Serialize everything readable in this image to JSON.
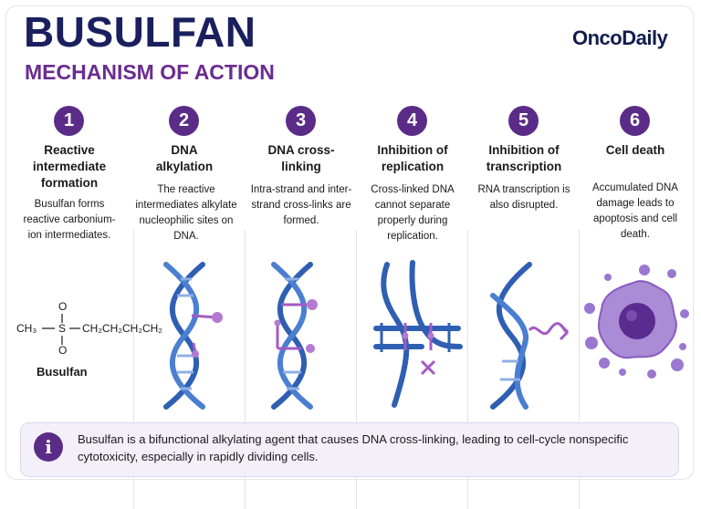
{
  "header": {
    "title": "BUSULFAN",
    "subtitle": "MECHANISM OF ACTION",
    "brand": "OncoDaily"
  },
  "steps": [
    {
      "number": "1",
      "title": "Reactive intermediate formation",
      "description": "Busulfan forms reactive carbonium-ion intermediates."
    },
    {
      "number": "2",
      "title": "DNA alkylation",
      "description": "The reactive intermediates alkylate nucleophilic sites on DNA."
    },
    {
      "number": "3",
      "title": "DNA cross-linking",
      "description": "Intra-strand and inter-strand cross-links are formed."
    },
    {
      "number": "4",
      "title": "Inhibition of replication",
      "description": "Cross-linked DNA cannot separate properly during replication."
    },
    {
      "number": "5",
      "title": "Inhibition of transcription",
      "description": "RNA transcription is also disrupted."
    },
    {
      "number": "6",
      "title": "Cell death",
      "description": "Accumulated DNA damage leads to apoptosis and cell death."
    }
  ],
  "structure": {
    "o_top": "O",
    "o_bottom": "O",
    "methyl": "CH₃",
    "sulfur": "S",
    "chain": "CH₂CH₂CH₂CH₂",
    "label": "Busulfan"
  },
  "info": {
    "icon": "i",
    "text": "Busulfan is a bifunctional alkylating agent that causes DNA cross-linking, leading to cell-cycle nonspecific cytotoxicity, especially in rapidly dividing cells."
  },
  "colors": {
    "title": "#1a1f5e",
    "accent_purple": "#5a2c87",
    "subtitle_purple": "#6a2c8f",
    "dna_blue": "#2f5fb3",
    "marker_purple": "#a35bc4",
    "cell_purple": "#8a5cc0"
  }
}
